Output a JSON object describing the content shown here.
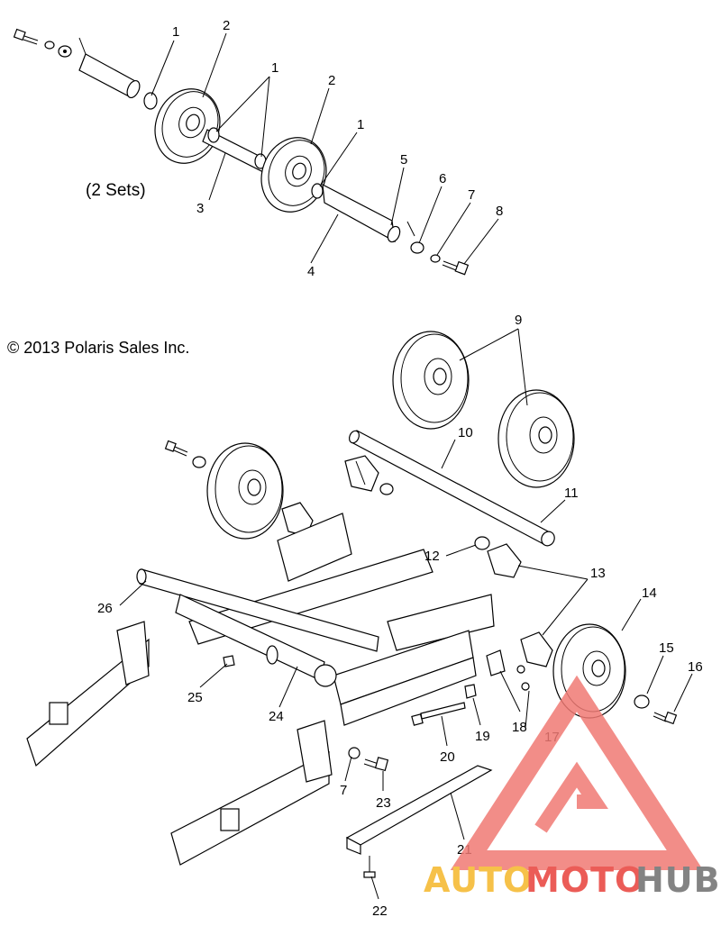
{
  "header": {
    "sets_note": "(2 Sets)",
    "copyright": "© 2013 Polaris Sales Inc."
  },
  "callouts": {
    "c1": "1",
    "c2": "2",
    "c3": "3",
    "c4": "4",
    "c5": "5",
    "c6": "6",
    "c7": "7",
    "c8": "8",
    "c9": "9",
    "c10": "10",
    "c11": "11",
    "c12": "12",
    "c13": "13",
    "c14": "14",
    "c15": "15",
    "c16": "16",
    "c17": "17",
    "c18": "18",
    "c19": "19",
    "c20": "20",
    "c21": "21",
    "c22": "22",
    "c23": "23",
    "c24": "24",
    "c25": "25",
    "c26": "26"
  },
  "watermark": {
    "part1": "AUTO",
    "part2": "MOTO",
    "part3": "HUB",
    "colors": {
      "yellow": "#f5b72a",
      "red": "#e8403a",
      "gray": "#6e6e6e",
      "triangle": "#f07a74"
    }
  }
}
